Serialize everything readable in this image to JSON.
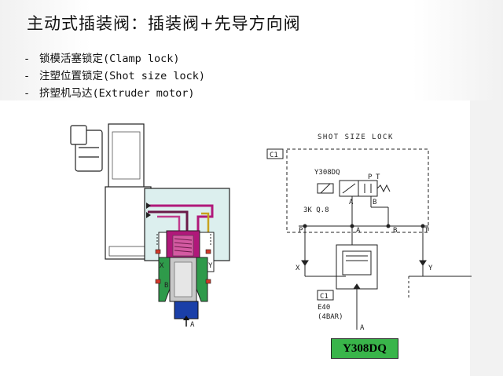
{
  "slide": {
    "title": "主动式插装阀：插装阀+先导方向阀",
    "bullets": [
      {
        "dash": "-",
        "text": "锁模活塞锁定(Clamp lock)"
      },
      {
        "dash": "-",
        "text": "注塑位置锁定(Shot size lock)"
      },
      {
        "dash": "-",
        "text": "挤塑机马达(Extruder motor)"
      }
    ]
  },
  "cutaway": {
    "port_x": "X",
    "port_y": "Y",
    "port_a": "A",
    "port_b": "B"
  },
  "schematic": {
    "title": "SHOT SIZE LOCK",
    "c1_top": "C1",
    "pilot_valve": "Y308DQ",
    "port_p_small": "P",
    "port_t_small": "T",
    "port_a_small": "A",
    "port_b_small": "B",
    "orifice": "3K Q.8",
    "bus_p": "P",
    "bus_a": "A",
    "bus_b": "B",
    "bus_t": "T",
    "port_x": "X",
    "port_y": "Y",
    "c1_bottom": "C1",
    "cartridge": "E40",
    "spring": "(4BAR)",
    "port_a_bottom": "A"
  },
  "badge": {
    "label": "Y308DQ"
  },
  "colors": {
    "badge_green": "#39b54a",
    "cutaway_bg": "#dcefee",
    "spool_magenta": "#b0187a",
    "body_green": "#2e9a4a",
    "actuator_blue": "#1a3fa8"
  }
}
